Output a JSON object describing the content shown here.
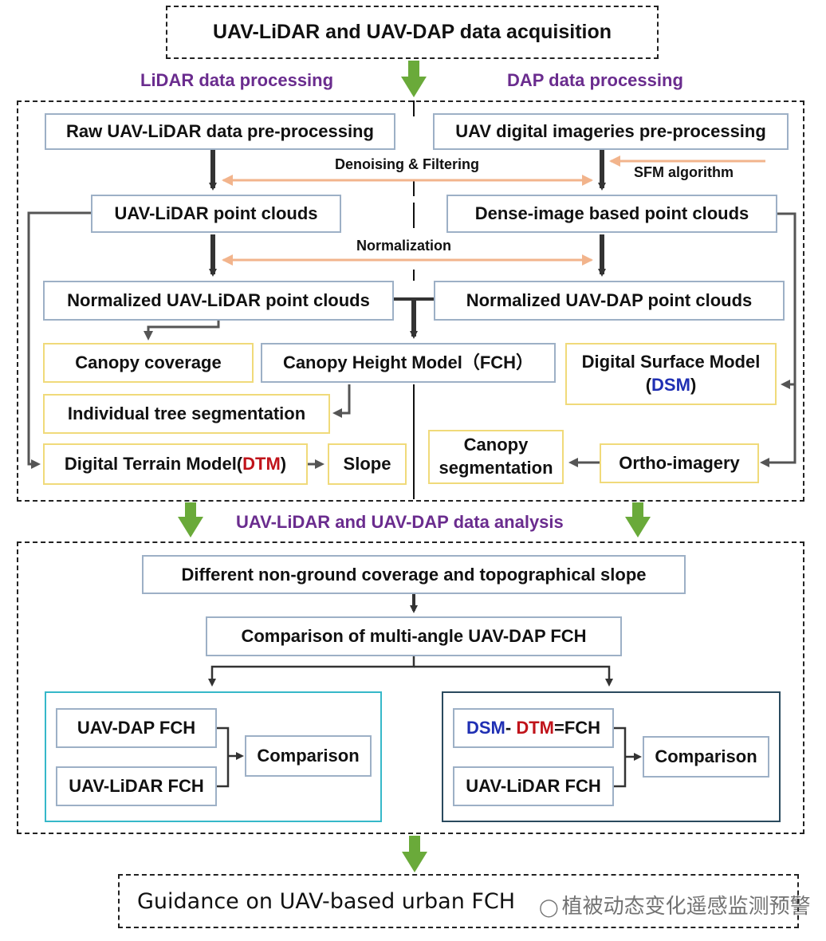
{
  "top": {
    "title": "UAV-LiDAR and UAV-DAP data acquisition"
  },
  "labels": {
    "lidar_processing": "LiDAR data processing",
    "dap_processing": "DAP data processing",
    "analysis": "UAV-LiDAR and UAV-DAP data analysis",
    "denoising": "Denoising & Filtering",
    "sfm": "SFM algorithm",
    "normalization": "Normalization"
  },
  "lidar": {
    "raw": "Raw UAV-LiDAR data pre-processing",
    "point_clouds": "UAV-LiDAR point clouds",
    "normalized": "Normalized UAV-LiDAR point clouds",
    "canopy_coverage": "Canopy coverage",
    "individual_tree": "Individual tree segmentation",
    "dtm_prefix": "Digital Terrain Model(",
    "dtm_abbr": "DTM",
    "dtm_suffix": ")",
    "slope": "Slope"
  },
  "dap": {
    "imagery": "UAV digital imageries pre-processing",
    "dense": "Dense-image based point clouds",
    "normalized": "Normalized UAV-DAP point clouds",
    "dsm_line1": "Digital Surface Model",
    "dsm_open": "(",
    "dsm_abbr": "DSM",
    "dsm_close": ")",
    "canopy_seg_line1": "Canopy",
    "canopy_seg_line2": "segmentation",
    "ortho": "Ortho-imagery"
  },
  "center": {
    "chm": "Canopy Height Model（FCH）"
  },
  "analysis": {
    "coverage_slope": "Different non-ground coverage and topographical slope",
    "comparison_multi": "Comparison of multi-angle UAV-DAP FCH",
    "left": {
      "dap_fch": "UAV-DAP FCH",
      "lidar_fch": "UAV-LiDAR FCH",
      "comparison": "Comparison"
    },
    "right": {
      "dsm": "DSM",
      "sep": "- ",
      "dtm": "DTM",
      "eq": "=FCH",
      "lidar_fch": "UAV-LiDAR FCH",
      "comparison": "Comparison"
    }
  },
  "bottom": {
    "guidance": "Guidance on UAV-based urban FCH",
    "watermark": "植被动态变化遥感监测预警"
  },
  "colors": {
    "green_arrow": "#6aaa3a",
    "orange_arrow": "#f2b48c",
    "box_border": "#9db0c6",
    "yellow_border": "#f0da7a",
    "purple_label": "#6a2c8e",
    "dsm_blue": "#1f2fb3",
    "dtm_red": "#c0131a",
    "cyan_border": "#36b8c9",
    "navy_border": "#2a4a5e"
  }
}
